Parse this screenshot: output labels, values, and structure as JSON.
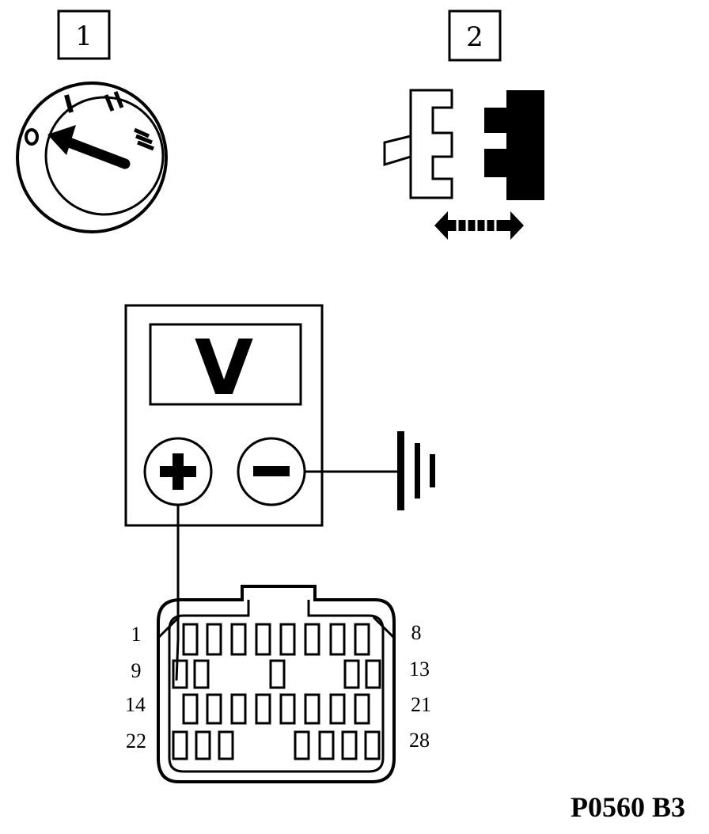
{
  "steps": {
    "step1": "1",
    "step2": "2"
  },
  "ignition": {
    "positions": [
      "0",
      "I",
      "II",
      "III"
    ]
  },
  "meter": {
    "unit": "V",
    "plus_terminal": "+",
    "minus_terminal": "−"
  },
  "connector": {
    "pin_labels": {
      "row1_left": "1",
      "row1_right": "8",
      "row2_left": "9",
      "row2_right": "13",
      "row3_left": "14",
      "row3_right": "21",
      "row4_left": "22",
      "row4_right": "28"
    }
  },
  "figure_code": "P0560 B3"
}
